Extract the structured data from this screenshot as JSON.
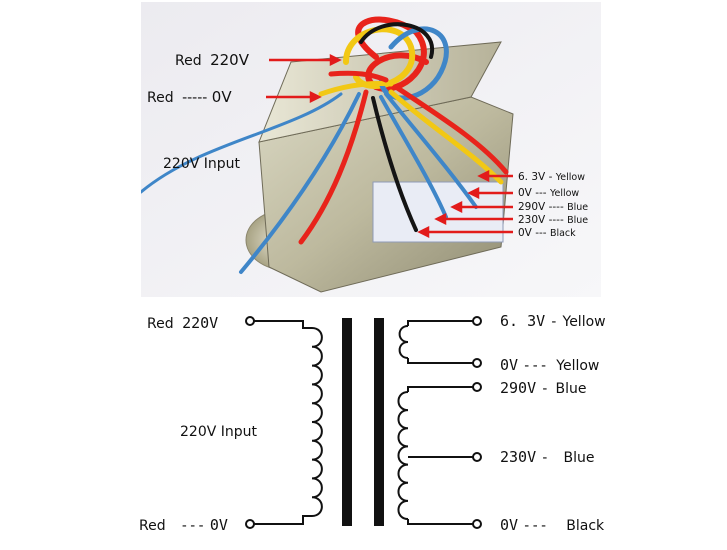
{
  "photo": {
    "top_left": {
      "color": "Red",
      "voltage": "220V"
    },
    "mid_left": {
      "color": "Red",
      "dash": "-----",
      "voltage": "0V"
    },
    "input_label": "220V Input",
    "right_labels": [
      {
        "voltage": "6. 3V",
        "dash": "-",
        "color": "Yellow"
      },
      {
        "voltage": "0V",
        "dash": "---",
        "color": "Yellow"
      },
      {
        "voltage": "290V",
        "dash": "----",
        "color": "Blue"
      },
      {
        "voltage": "230V",
        "dash": "----",
        "color": "Blue"
      },
      {
        "voltage": "0V",
        "dash": "---",
        "color": "Black"
      }
    ]
  },
  "schematic": {
    "primary_top": {
      "color": "Red",
      "voltage": "220V"
    },
    "primary_bottom": {
      "color": "Red",
      "dash": "---",
      "voltage": "0V"
    },
    "input_label": "220V Input",
    "secondary": [
      {
        "voltage": "6. 3V",
        "dash": "-",
        "color": "Yellow"
      },
      {
        "voltage": "0V",
        "dash": "---",
        "color": "Yellow"
      },
      {
        "voltage": "290V",
        "dash": "-",
        "color": "Blue"
      },
      {
        "voltage": "230V",
        "dash": "-",
        "color": "Blue"
      },
      {
        "voltage": "0V",
        "dash": "---",
        "color": "Black"
      }
    ]
  },
  "colors": {
    "wire_red": "#e8231b",
    "wire_yellow": "#f2c814",
    "wire_blue": "#3f86c8",
    "wire_black": "#141414",
    "arrow_red": "#e21b1b",
    "core_steel": "#c7c4ae"
  }
}
